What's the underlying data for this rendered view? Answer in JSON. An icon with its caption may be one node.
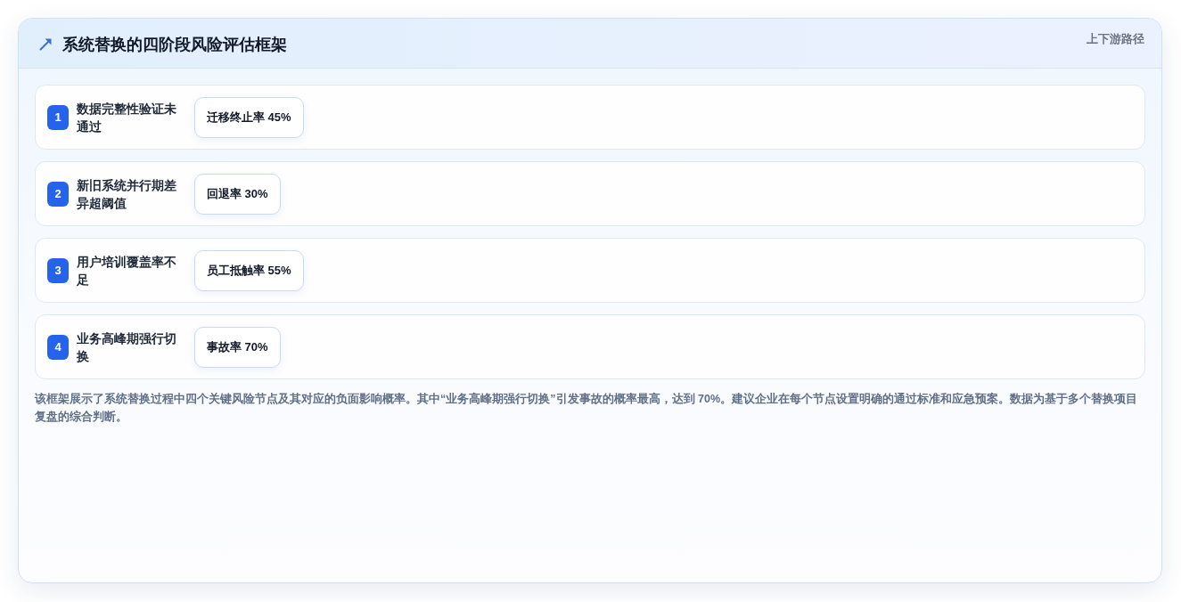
{
  "diagram": {
    "title": "系统替换的四阶段风险评估框架",
    "caption": "该框架展示了系统替换过程中四个关键风险节点及其对应的负面影响概率。其中“业务高峰期强行切换”引发事故的概率最高，达到 70%。建议企业在每个节点设置明确的通过标准和应急预案。数据为基于多个替换项目复盘的综合判断。",
    "nodes": [
      {
        "text": [
          "数据完整性验证未通过"
        ]
      },
      {
        "text": [
          "1"
        ],
        "in": 0
      },
      {
        "text": [
          "迁移终止率 45%"
        ],
        "in": 0
      },
      {
        "text": [
          "新旧系统并行期差异超阈值"
        ]
      },
      {
        "text": [
          "2"
        ],
        "in": 3
      },
      {
        "text": [
          "回退率 30%"
        ],
        "in": 3
      },
      {
        "text": [
          "用户培训覆盖率不足"
        ]
      },
      {
        "text": [
          "3"
        ],
        "in": 6
      },
      {
        "text": [
          "员工抵触率 55%"
        ],
        "in": 6
      },
      {
        "text": [
          "业务高峰期强行切换"
        ]
      },
      {
        "text": [
          "4"
        ],
        "in": 9
      },
      {
        "text": [
          "事故率 70%"
        ],
        "in": 9
      }
    ],
    "labels": [
      "上下游路径"
    ]
  }
}
